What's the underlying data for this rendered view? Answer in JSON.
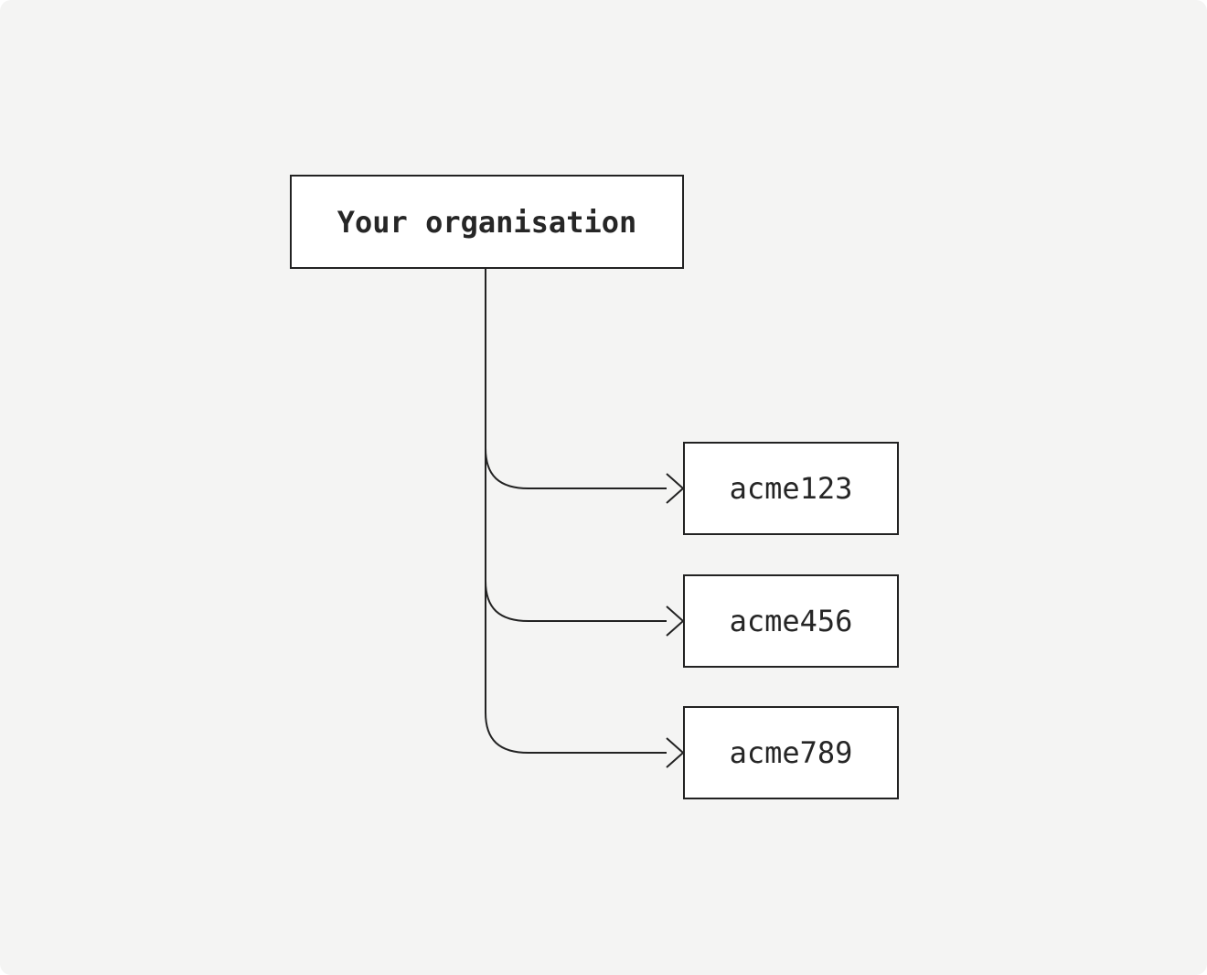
{
  "theme": {
    "page": "#ffffff",
    "background": "#f4f4f3",
    "surface": "#ffffff",
    "line": "#222222",
    "text": "#262626"
  },
  "diagram": {
    "type": "flowchart",
    "direction": "top-to-bottom-then-right",
    "root": {
      "label": "Your organisation"
    },
    "children": [
      {
        "label": "acme123"
      },
      {
        "label": "acme456"
      },
      {
        "label": "acme789"
      }
    ],
    "edges": [
      {
        "from": "Your organisation",
        "to": "acme123",
        "arrow": "open-arrowhead"
      },
      {
        "from": "Your organisation",
        "to": "acme456",
        "arrow": "open-arrowhead"
      },
      {
        "from": "Your organisation",
        "to": "acme789",
        "arrow": "open-arrowhead"
      }
    ]
  }
}
